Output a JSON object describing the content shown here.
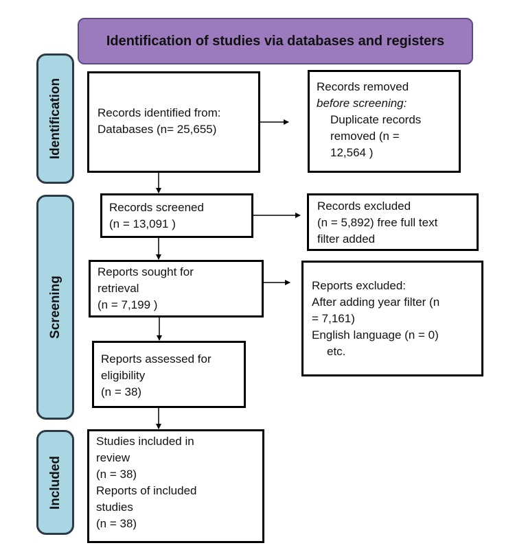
{
  "header": {
    "title": "Identification of studies via databases and registers"
  },
  "phases": {
    "identification": "Identification",
    "screening": "Screening",
    "included": "Included"
  },
  "boxes": {
    "records_identified": {
      "line1": "Records identified from:",
      "line2": "Databases (n= 25,655)"
    },
    "records_removed": {
      "line1": "Records removed",
      "line2": "before screening:",
      "line3": "Duplicate records",
      "line4": "removed  (n =",
      "line5": "12,564 )"
    },
    "records_screened": {
      "line1": "Records screened",
      "line2": "(n = 13,091 )"
    },
    "records_excluded": {
      "line1": "Records excluded",
      "line2": "(n = 5,892) free full text",
      "line3": "filter added"
    },
    "reports_sought": {
      "line1": "Reports sought for",
      "line2": "retrieval",
      "line3": "(n = 7,199 )"
    },
    "reports_excluded": {
      "line1": "Reports excluded:",
      "line2": "After adding year filter (n",
      "line3": "= 7,161)",
      "line4": "English language (n = 0)",
      "line5": "etc."
    },
    "reports_assessed": {
      "line1": "Reports assessed for",
      "line2": "eligibility",
      "line3": "(n = 38)"
    },
    "studies_included": {
      "line1": "Studies included in",
      "line2": "review",
      "line3": "(n = 38)",
      "line4": "Reports of included",
      "line5": "studies",
      "line6": "(n = 38)"
    }
  }
}
